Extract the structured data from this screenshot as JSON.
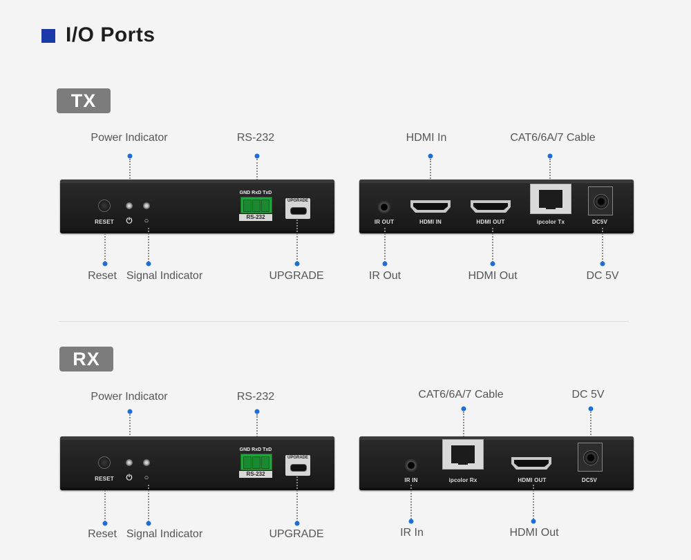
{
  "heading": "I/O Ports",
  "colors": {
    "accent": "#1b39a8",
    "dot": "#1f6ed8",
    "tag_bg": "#7c7c7c"
  },
  "tx": {
    "tag": "TX",
    "labels": {
      "power_indicator": "Power Indicator",
      "rs232": "RS-232",
      "hdmi_in": "HDMI In",
      "cable": "CAT6/6A/7 Cable",
      "reset": "Reset",
      "signal_indicator": "Signal Indicator",
      "upgrade": "UPGRADE",
      "ir_out": "IR Out",
      "hdmi_out": "HDMI Out",
      "dc5v": "DC 5V"
    },
    "front_panel": {
      "reset": "RESET",
      "rs232_header": "GND RxD TxD",
      "rs232_cap": "RS-232",
      "upgrade_cap": "UPGRADE",
      "power_symbol": "⏻",
      "signal_symbol": "○"
    },
    "rear_panel": {
      "ir": "IR OUT",
      "hdmi_in": "HDMI IN",
      "hdmi_out": "HDMI OUT",
      "rj45": "ipcolor Tx",
      "dc": "DC5V"
    }
  },
  "rx": {
    "tag": "RX",
    "labels": {
      "power_indicator": "Power Indicator",
      "rs232": "RS-232",
      "cable": "CAT6/6A/7 Cable",
      "dc5v": "DC 5V",
      "reset": "Reset",
      "signal_indicator": "Signal Indicator",
      "upgrade": "UPGRADE",
      "ir_in": "IR In",
      "hdmi_out": "HDMI Out"
    },
    "front_panel": {
      "reset": "RESET",
      "rs232_header": "GND RxD TxD",
      "rs232_cap": "RS-232",
      "upgrade_cap": "UPGRADE",
      "power_symbol": "⏻",
      "signal_symbol": "○"
    },
    "rear_panel": {
      "ir": "IR IN",
      "rj45": "ipcolor Rx",
      "hdmi_out": "HDMI OUT",
      "dc": "DC5V"
    }
  }
}
